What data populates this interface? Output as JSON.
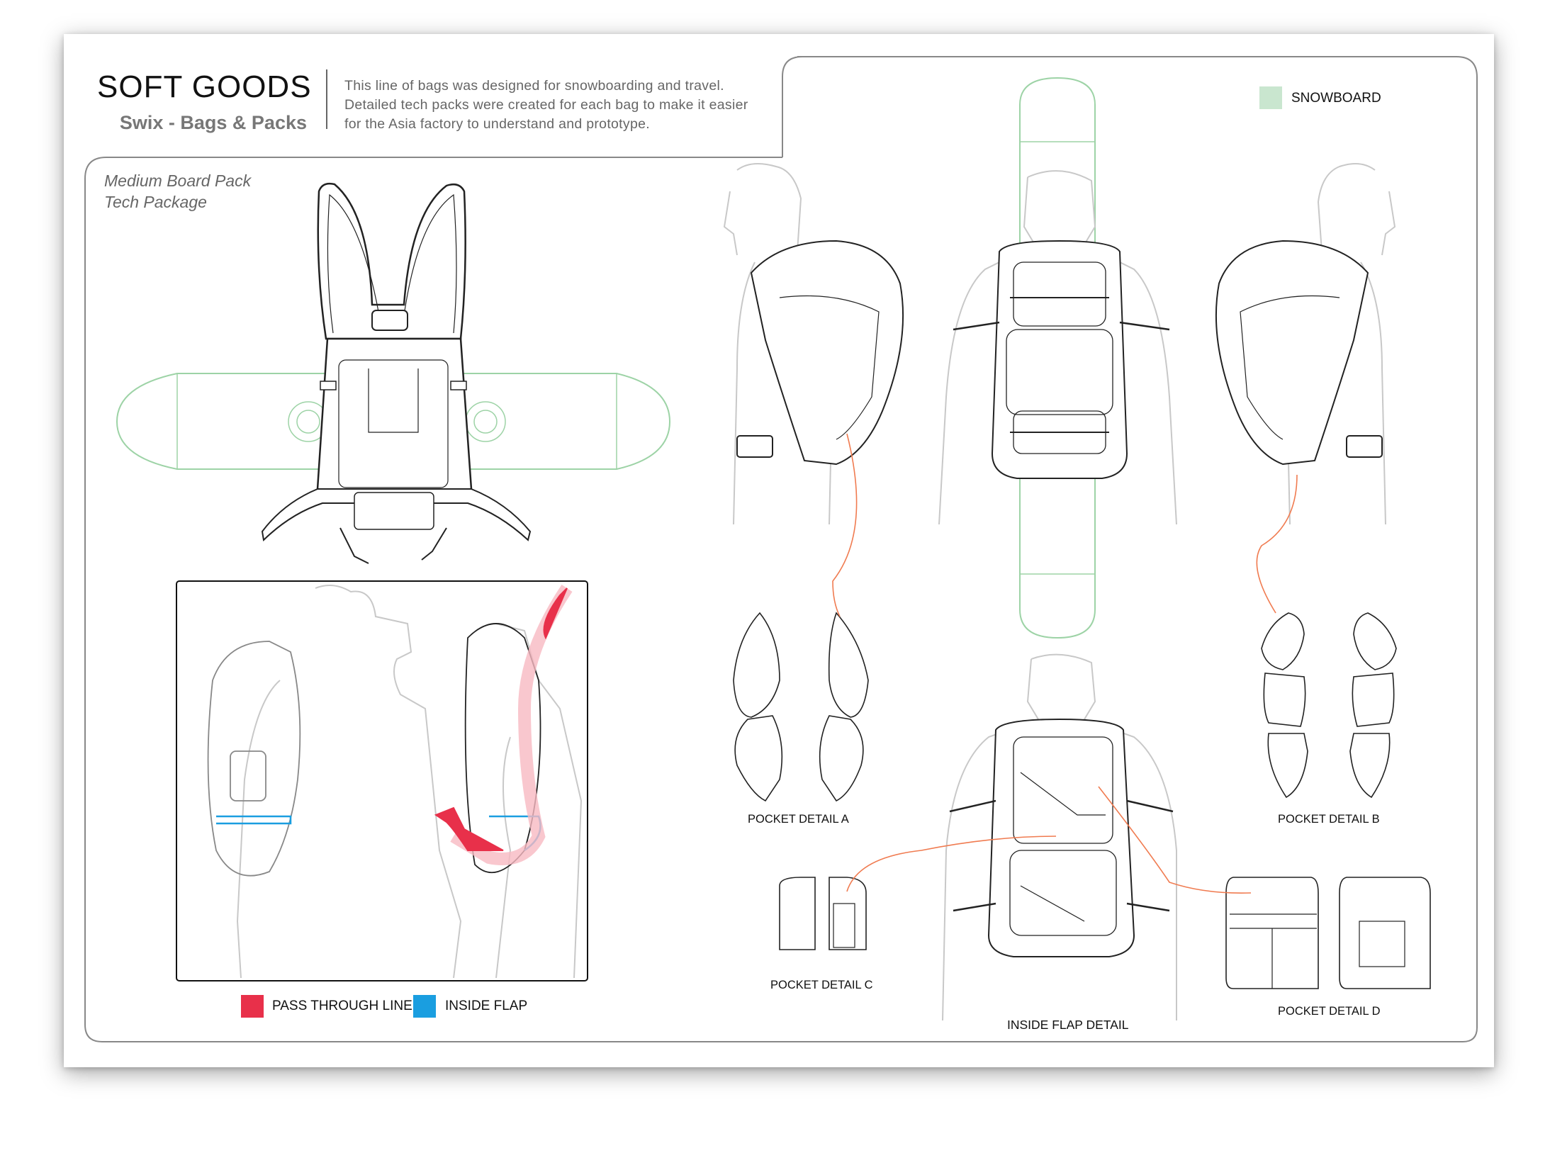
{
  "header": {
    "title": "SOFT GOODS",
    "subtitle": "Swix - Bags & Packs",
    "description_lines": [
      "This line of bags was designed for snowboarding and travel.",
      "Detailed tech packs were created for each bag to make it easier",
      "for the Asia factory to understand and prototype."
    ]
  },
  "left_panel": {
    "label_lines": [
      "Medium Board Pack",
      "Tech Package"
    ]
  },
  "legends": {
    "snowboard": {
      "label": "SNOWBOARD",
      "color": "#c9e6cf"
    },
    "pass_through": {
      "label": "PASS THROUGH LINE",
      "color": "#e8304a"
    },
    "inside_flap": {
      "label": "INSIDE FLAP",
      "color": "#1a9ee0"
    }
  },
  "captions": {
    "pocket_a": "POCKET DETAIL A",
    "pocket_b": "POCKET DETAIL B",
    "pocket_c": "POCKET DETAIL C",
    "pocket_d": "POCKET DETAIL D",
    "inside_flap_detail": "INSIDE FLAP DETAIL"
  },
  "colors": {
    "outline": "#222222",
    "figure": "#c8c8c8",
    "board": "#9dd3a6",
    "callout": "#f07b50",
    "frame": "#888888"
  }
}
